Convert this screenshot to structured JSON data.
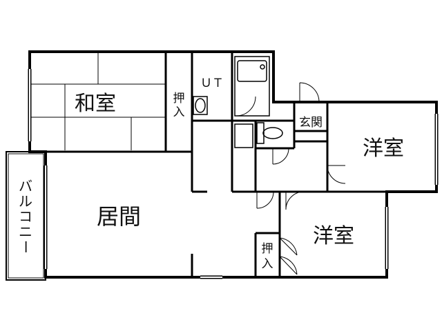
{
  "floor_plan": {
    "rooms": {
      "washitsu": "和室",
      "kyoma": "居間",
      "yoshitsu_right": "洋室",
      "yoshitsu_bottom": "洋室",
      "genkan": "玄関",
      "ut": "ＵＴ",
      "oshiire_top": [
        "押",
        "入"
      ],
      "oshiire_bottom": [
        "押",
        "入"
      ],
      "balcony": [
        "バ",
        "ル",
        "コ",
        "ニ",
        "ー"
      ]
    }
  }
}
